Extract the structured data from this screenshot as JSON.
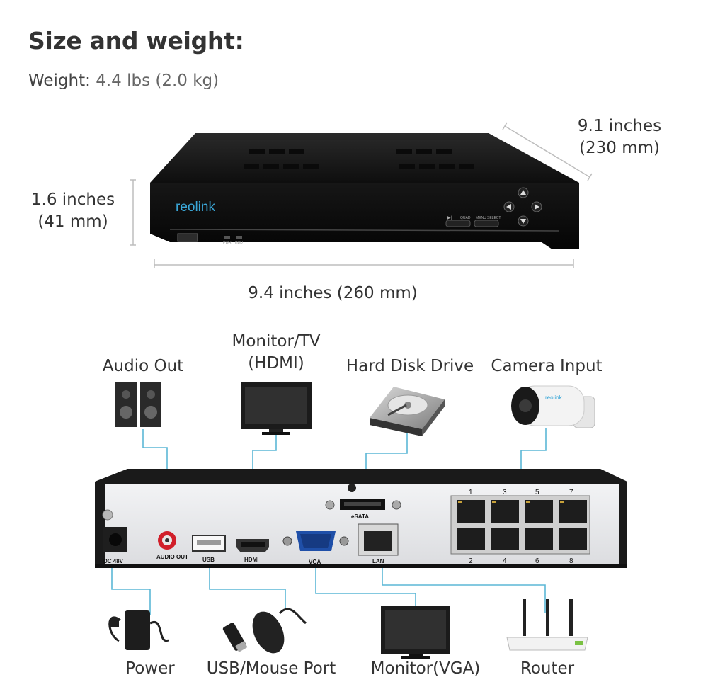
{
  "header": {
    "title": "Size and weight:",
    "weight_label": "Weight:",
    "weight_value": "4.4 lbs (2.0 kg)"
  },
  "dimensions": {
    "depth_line1": "9.1 inches",
    "depth_line2": "(230 mm)",
    "height_line1": "1.6 inches",
    "height_line2": "(41 mm)",
    "width": "9.4 inches (260 mm)"
  },
  "device": {
    "brand": "reolink",
    "front_buttons": [
      "QUAD",
      "MENU",
      "SELECT"
    ],
    "front_leds": [
      "PWR",
      "HDD"
    ]
  },
  "rear_panel": {
    "ports": [
      "DC 48V",
      "AUDIO OUT",
      "USB",
      "HDMI",
      "VGA",
      "eSATA",
      "LAN"
    ],
    "poe_top": [
      "1",
      "3",
      "5",
      "7"
    ],
    "poe_bottom": [
      "2",
      "4",
      "6",
      "8"
    ]
  },
  "connections": {
    "top": [
      "Audio Out",
      "Monitor/TV",
      "(HDMI)",
      "Hard Disk Drive",
      "Camera Input"
    ],
    "bottom": [
      "Power",
      "USB/Mouse Port",
      "Monitor(VGA)",
      "Router"
    ]
  },
  "colors": {
    "connector_line": "#5bb7d6",
    "device_body": "#1c1c1c",
    "rear_panel": "#e9eaec",
    "brand_accent": "#3aa7d8"
  }
}
